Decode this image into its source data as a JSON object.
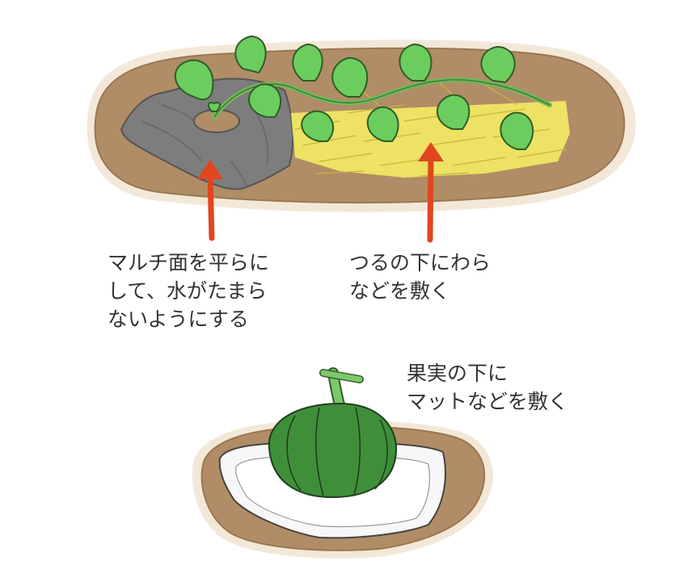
{
  "labels": {
    "mulch": {
      "lines": [
        "マルチ面を平らに",
        "して、水がたまら",
        "ないようにする"
      ]
    },
    "straw": {
      "lines": [
        "つるの下にわら",
        "などを敷く"
      ]
    },
    "mat": {
      "lines": [
        "果実の下に",
        "マットなどを敷く"
      ]
    }
  },
  "colors": {
    "soil": "#b08d66",
    "soil_halo": "#f2e6d6",
    "mulch": "#7d7d7d",
    "straw": "#ede263",
    "leaf": "#6ccd5f",
    "vine": "#6fb85a",
    "arrow": "#e0461f",
    "pumpkin": "#3f8f3a",
    "mat": "#f7f7f7",
    "text": "#333333"
  },
  "icons": [
    "mulch-sheet-illustration",
    "straw-bedding-illustration",
    "vine-leaf-illustration",
    "pumpkin-illustration",
    "mat-illustration",
    "arrow-up-icon"
  ]
}
